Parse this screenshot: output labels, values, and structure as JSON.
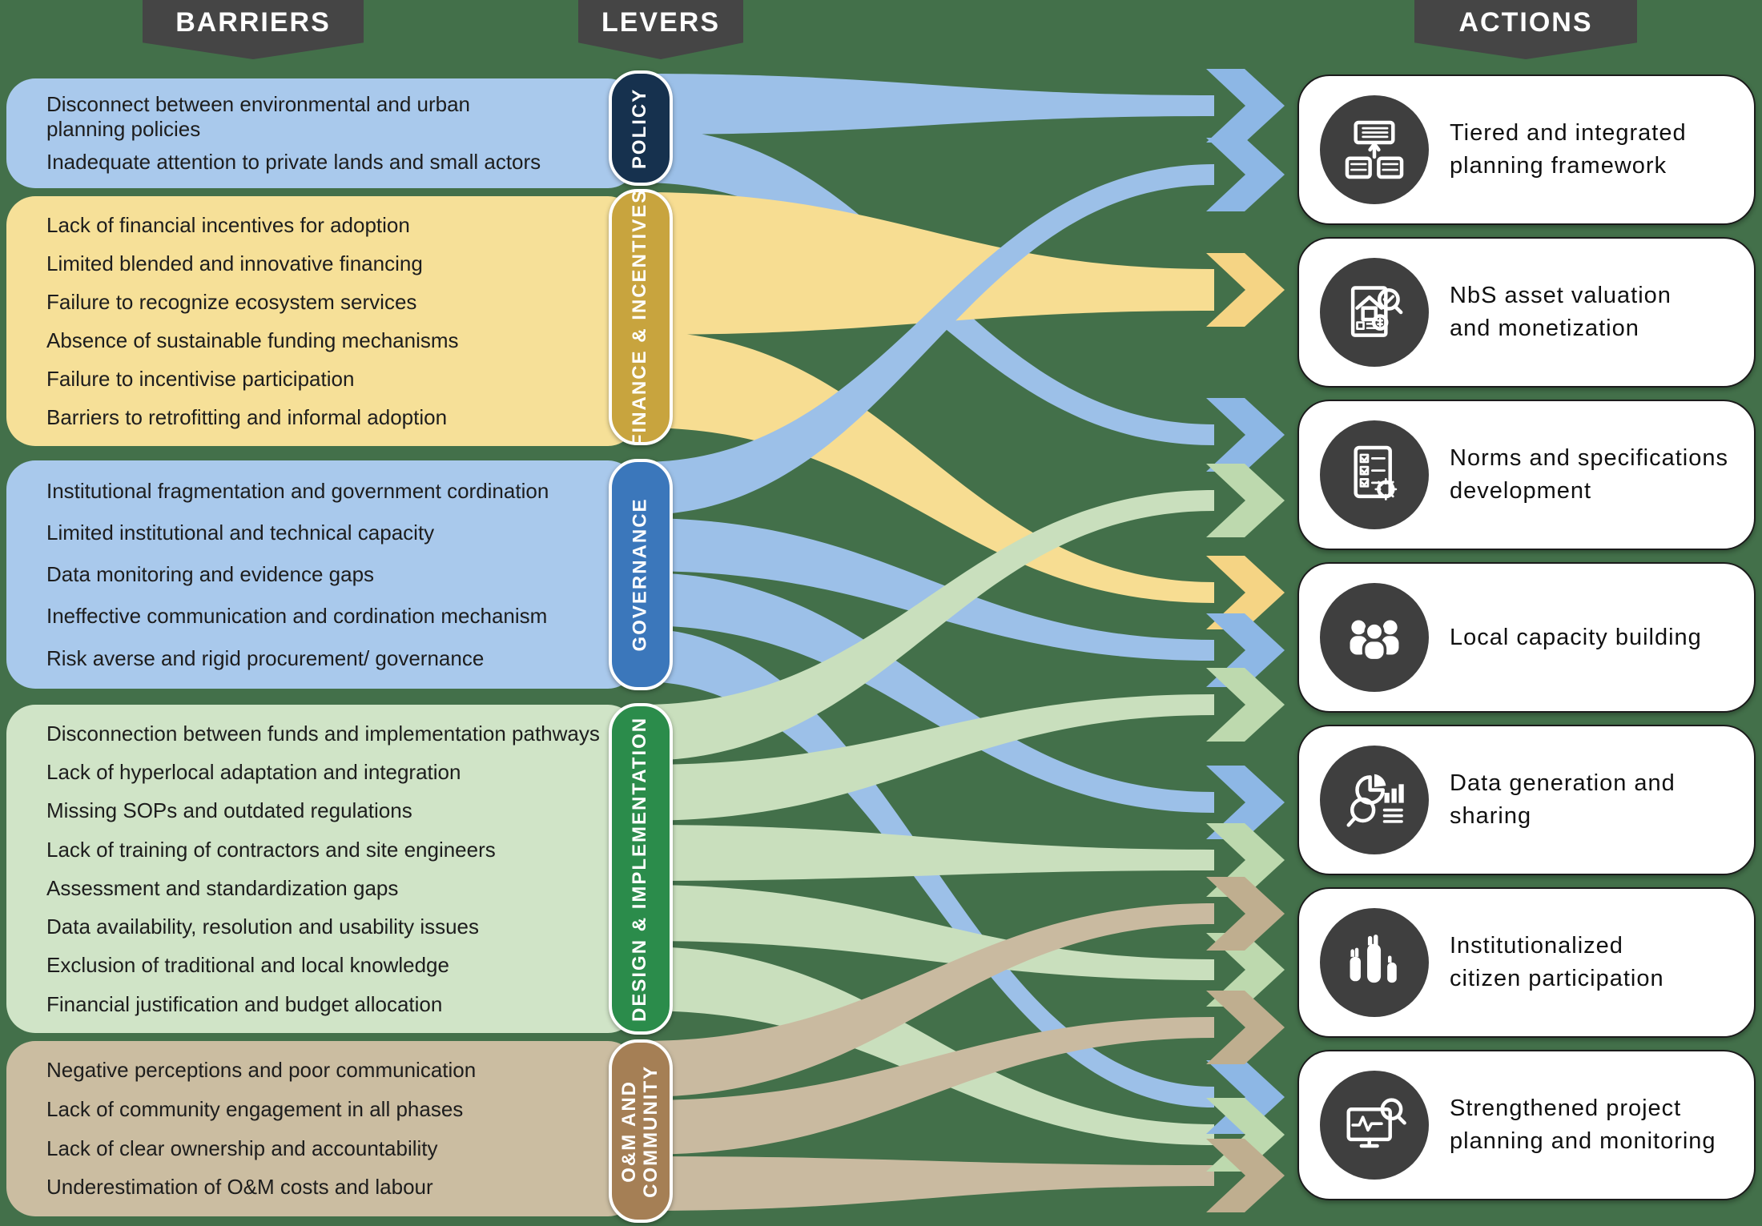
{
  "palette": {
    "background": "#43704a",
    "header_bg": "#454545",
    "icon_circle": "#3f3f3f",
    "block_blue": "#a9c9ec",
    "block_yellow": "#f6e098",
    "block_green": "#d0e4c7",
    "block_tan": "#cbbda1",
    "band_blue": "#9cc0e8",
    "band_yellow": "#f7dd92",
    "band_green": "#c9dfbd",
    "band_tan": "#c9baa0",
    "arrow_blue": "#8db7e5",
    "arrow_yellow": "#f5d484",
    "arrow_green": "#bdd9ae",
    "arrow_tan": "#bfae8f",
    "badge_policy": "#16314e",
    "badge_finance": "#c8a43e",
    "badge_governance": "#3b77bb",
    "badge_design": "#2b8c4b",
    "badge_om": "#a57f55"
  },
  "headers": {
    "barriers": "BARRIERS",
    "levers": "LEVERS",
    "actions": "ACTIONS"
  },
  "barrier_groups": [
    {
      "id": "policy",
      "items": [
        "Disconnect between environmental and urban\nplanning policies",
        "Inadequate attention to private lands and small actors"
      ]
    },
    {
      "id": "finance",
      "items": [
        "Lack of financial incentives for adoption",
        "Limited blended and innovative financing",
        "Failure to recognize ecosystem services",
        "Absence of sustainable funding mechanisms",
        "Failure to incentivise participation",
        "Barriers to retrofitting and informal adoption"
      ]
    },
    {
      "id": "governance",
      "items": [
        "Institutional fragmentation and government cordination",
        "Limited institutional and technical capacity",
        "Data monitoring and evidence gaps",
        "Ineffective communication and cordination mechanism",
        "Risk averse and rigid procurement/ governance"
      ]
    },
    {
      "id": "design",
      "items": [
        "Disconnection between funds and implementation pathways",
        "Lack of hyperlocal adaptation and integration",
        "Missing SOPs and outdated regulations",
        "Lack of training of contractors and site engineers",
        "Assessment and standardization gaps",
        "Data availability, resolution and usability issues",
        "Exclusion of traditional and local knowledge",
        "Financial justification and budget allocation"
      ]
    },
    {
      "id": "om",
      "items": [
        "Negative perceptions and poor communication",
        "Lack of community engagement in all phases",
        "Lack of clear ownership and accountability",
        "Underestimation of O&M costs and labour"
      ]
    }
  ],
  "levers": [
    {
      "id": "policy",
      "label": "POLICY"
    },
    {
      "id": "finance",
      "label": "FINANCE & INCENTIVES"
    },
    {
      "id": "governance",
      "label": "GOVERNANCE"
    },
    {
      "id": "design",
      "label": "DESIGN & IMPLEMENTATION"
    },
    {
      "id": "om",
      "label": "O&M AND\nCOMMUNITY"
    }
  ],
  "actions": [
    {
      "id": "a1",
      "label": "Tiered and integrated\nplanning framework",
      "icon": "hierarchy-icon"
    },
    {
      "id": "a2",
      "label": "NbS asset valuation\nand monetization",
      "icon": "house-valuation-icon"
    },
    {
      "id": "a3",
      "label": "Norms and specifications\ndevelopment",
      "icon": "checklist-gear-icon"
    },
    {
      "id": "a4",
      "label": "Local capacity building",
      "icon": "people-group-icon"
    },
    {
      "id": "a5",
      "label": "Data generation and\nsharing",
      "icon": "data-magnifier-icon"
    },
    {
      "id": "a6",
      "label": "Institutionalized\ncitizen participation",
      "icon": "raised-hands-icon"
    },
    {
      "id": "a7",
      "label": "Strengthened project\nplanning and monitoring",
      "icon": "monitor-pulse-icon"
    }
  ],
  "flows": [
    {
      "from": "policy",
      "to": "a1",
      "color": "blue"
    },
    {
      "from": "policy",
      "to": "a3",
      "color": "blue"
    },
    {
      "from": "finance",
      "to": "a2",
      "color": "yellow",
      "wide": true
    },
    {
      "from": "finance",
      "to": "a4",
      "color": "yellow"
    },
    {
      "from": "governance",
      "to": "a1",
      "color": "blue"
    },
    {
      "from": "governance",
      "to": "a4",
      "color": "blue"
    },
    {
      "from": "governance",
      "to": "a5",
      "color": "blue"
    },
    {
      "from": "governance",
      "to": "a7",
      "color": "blue"
    },
    {
      "from": "design",
      "to": "a3",
      "color": "green"
    },
    {
      "from": "design",
      "to": "a4",
      "color": "green"
    },
    {
      "from": "design",
      "to": "a5",
      "color": "green"
    },
    {
      "from": "design",
      "to": "a6",
      "color": "green"
    },
    {
      "from": "design",
      "to": "a7",
      "color": "green"
    },
    {
      "from": "om",
      "to": "a5",
      "color": "tan"
    },
    {
      "from": "om",
      "to": "a6",
      "color": "tan"
    },
    {
      "from": "om",
      "to": "a7",
      "color": "tan"
    }
  ]
}
